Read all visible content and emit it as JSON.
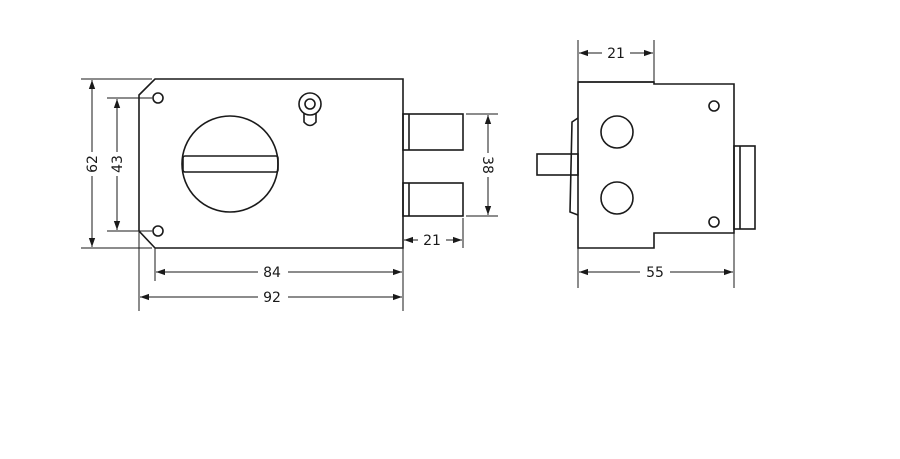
{
  "dimensions": {
    "front_height_outer": "62",
    "front_height_inner": "43",
    "front_width_inner": "84",
    "front_width_outer": "92",
    "bolt_spacing": "38",
    "bolt_projection": "21",
    "side_top_offset": "21",
    "side_depth": "55"
  }
}
